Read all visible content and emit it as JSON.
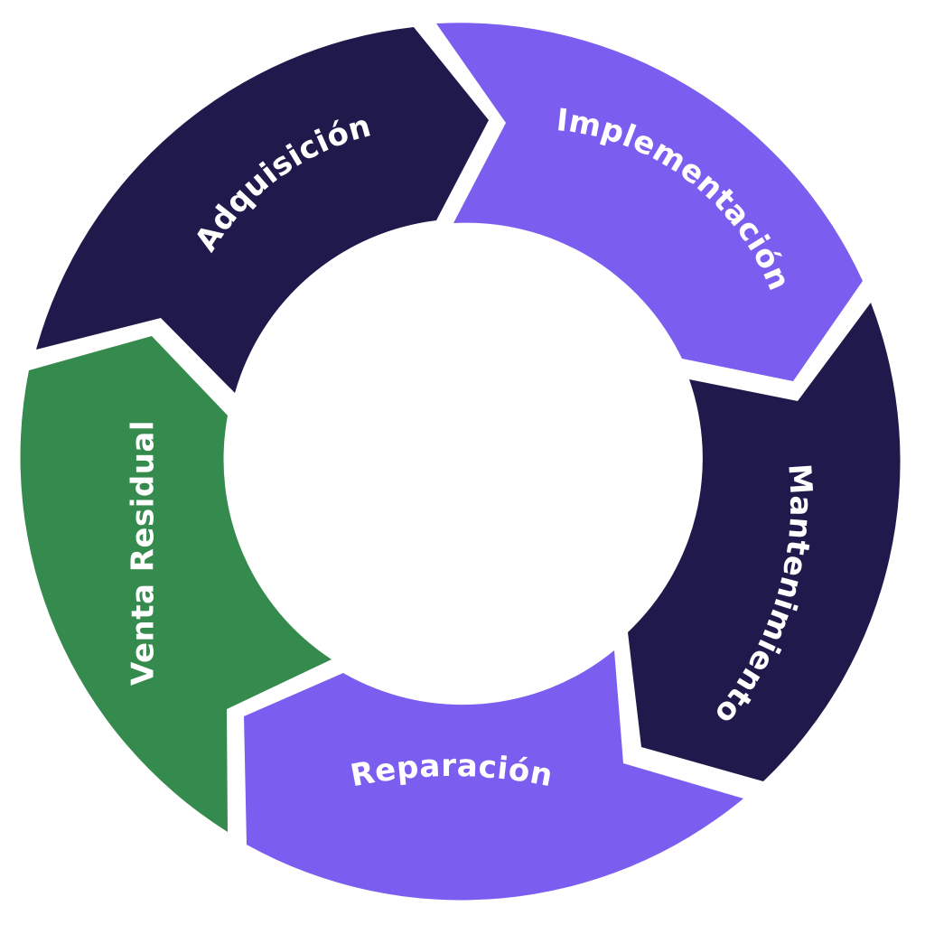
{
  "diagram": {
    "type": "cycle",
    "segments": [
      {
        "id": "adquisicion",
        "label": "Adquisición",
        "color": "#1f1a4b"
      },
      {
        "id": "implementacion",
        "label": "Implementación",
        "color": "#7b5ef0"
      },
      {
        "id": "mantenimiento",
        "label": "Mantenimiento",
        "color": "#1f1a4b"
      },
      {
        "id": "reparacion",
        "label": "Reparación",
        "color": "#7b5ef0"
      },
      {
        "id": "venta-residual",
        "label": "Venta Residual",
        "color": "#358a4d"
      }
    ]
  }
}
